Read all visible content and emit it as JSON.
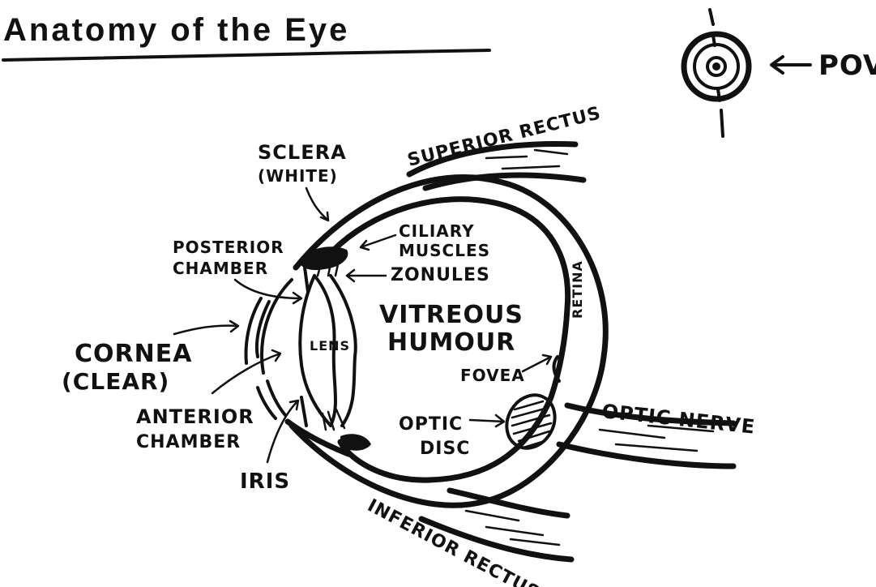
{
  "title": "Anatomy of the Eye",
  "pov_label": "POV",
  "labels": {
    "sclera": "SCLERA",
    "sclera_note": "(WHITE)",
    "superior_rectus": "SUPERIOR RECTUS",
    "ciliary_1": "CILIARY",
    "ciliary_2": "MUSCLES",
    "zonules": "ZONULES",
    "posterior_1": "POSTERIOR",
    "posterior_2": "CHAMBER",
    "vitreous_1": "VITREOUS",
    "vitreous_2": "HUMOUR",
    "retina": "RETINA",
    "lens": "LENS",
    "cornea": "CORNEA",
    "cornea_note": "(CLEAR)",
    "fovea": "FOVEA",
    "optic_nerve": "OPTIC NERVE",
    "optic_disc_1": "OPTIC",
    "optic_disc_2": "DISC",
    "anterior_1": "ANTERIOR",
    "anterior_2": "CHAMBER",
    "iris": "IRIS",
    "inferior_rectus": "INFERIOR RECTUS"
  }
}
